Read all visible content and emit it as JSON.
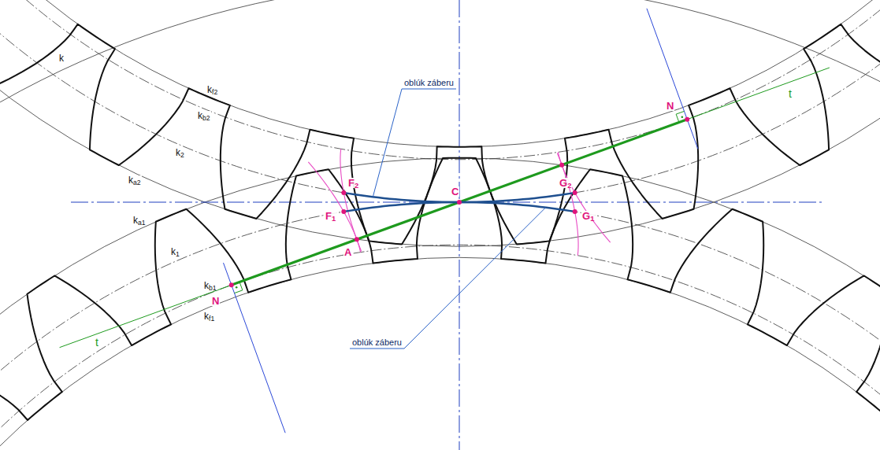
{
  "diagram": {
    "labels": [
      "k",
      "kf2",
      "kb2",
      "k2",
      "ka2",
      "ka1",
      "k1",
      "kb1",
      "kf1",
      "t",
      "t",
      "N",
      "N",
      "A",
      "C",
      "F2",
      "F1",
      "G2",
      "G1",
      "oblúk záberu",
      "oblúk záberu"
    ]
  }
}
